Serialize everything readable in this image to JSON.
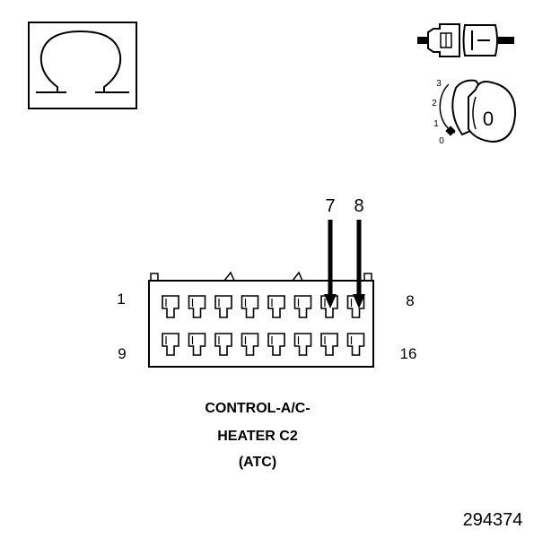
{
  "meter_symbol": "ohm-meter-icon",
  "ignition": {
    "key_label": "0",
    "positions": [
      "3",
      "2",
      "1",
      "0"
    ],
    "selected_position": "0"
  },
  "probes": {
    "left": "7",
    "right": "8"
  },
  "connector": {
    "pin_top_left": "1",
    "pin_top_right": "8",
    "pin_bottom_left": "9",
    "pin_bottom_right": "16",
    "cavities_per_row": 8,
    "probed_pins": [
      7,
      8
    ],
    "title_line1": "CONTROL-A/C-",
    "title_line2": "HEATER C2",
    "title_line3": "(ATC)"
  },
  "figure_number": "294374"
}
